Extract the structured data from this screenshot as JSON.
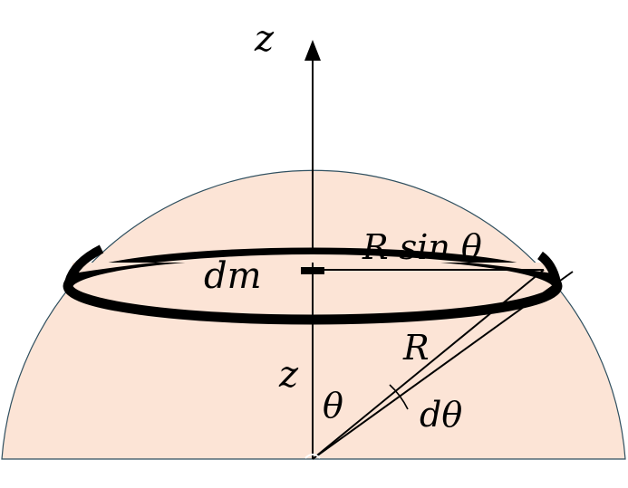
{
  "labels": {
    "axis_z_top": "z",
    "axis_z_segment": "z",
    "dm": "dm",
    "radius_horizontal": "R sin θ",
    "radius": "R",
    "theta": "θ",
    "dtheta": "dθ"
  },
  "colors": {
    "hemisphere_fill": "#fce4d6",
    "hemisphere_stroke": "#2f4f5f",
    "lines": "#000000",
    "ring": "#000000"
  }
}
